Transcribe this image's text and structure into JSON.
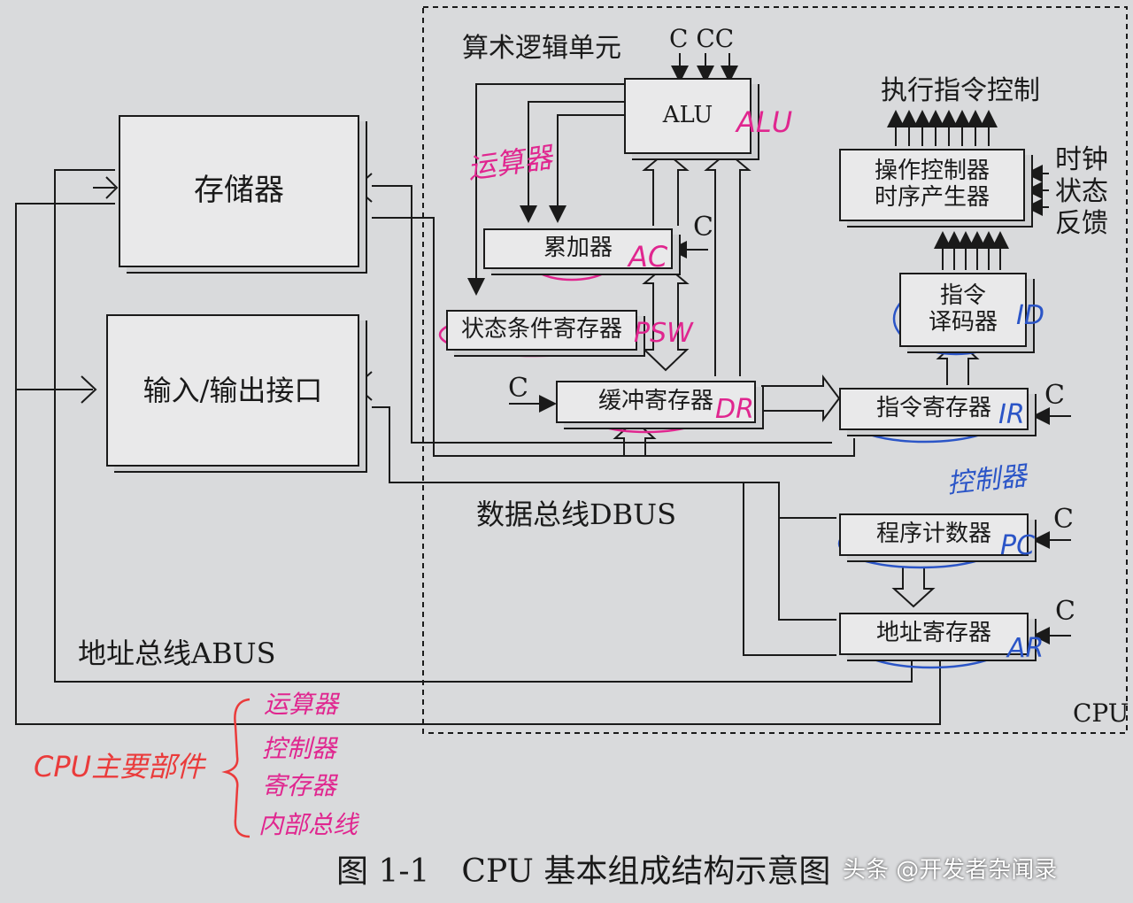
{
  "labels": {
    "alu_unit": "算术逻辑单元",
    "cpu": "CPU",
    "exec_control": "执行指令控制",
    "clock": "时钟",
    "status": "状态",
    "feedback": "反馈",
    "dbus": "数据总线DBUS",
    "abus": "地址总线ABUS",
    "c": "C",
    "ccc": "C CC"
  },
  "components": {
    "memory": "存储器",
    "io": "输入/输出接口",
    "alu": "ALU",
    "accumulator": "累加器",
    "psw": "状态条件寄存器",
    "buffer": "缓冲寄存器",
    "op_control_1": "操作控制器",
    "op_control_2": "时序产生器",
    "decoder_1": "指令",
    "decoder_2": "译码器",
    "ir": "指令寄存器",
    "pc": "程序计数器",
    "ar": "地址寄存器"
  },
  "annotations": {
    "alu": "ALU",
    "ac": "AC",
    "psw": "PSW",
    "dr": "DR",
    "id": "ID",
    "ir": "IR",
    "pc": "PC",
    "ar": "AR",
    "arith_unit": "运算器",
    "controller": "控制器",
    "cpu_main_parts": "CPU主要部件",
    "parts_list": [
      "运算器",
      "控制器",
      "寄存器",
      "内部总线"
    ]
  },
  "caption": "图 1-1　CPU 基本组成结构示意图",
  "watermark": "头条 @开发者杂闻录",
  "colors": {
    "pink": "#e0268f",
    "blue": "#2b55c7",
    "red": "#ea3b3b",
    "ink": "#1a1a1a"
  }
}
